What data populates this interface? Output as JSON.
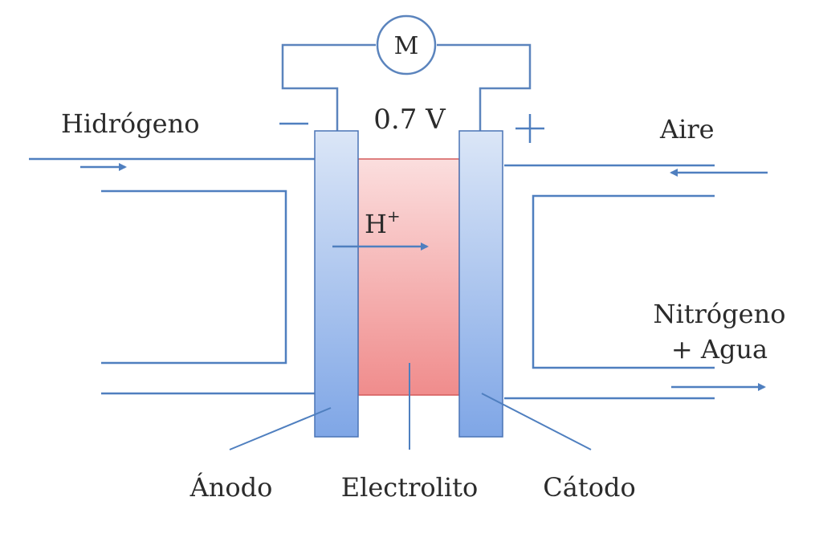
{
  "labels": {
    "motor": "M",
    "voltage": "0.7 V",
    "negative": "—",
    "positive": "+",
    "hydrogen": "Hidrógeno",
    "air": "Aire",
    "proton_base": "H",
    "proton_charge": "+",
    "exhaust_line1": "Nitrógeno",
    "exhaust_line2": "+ Agua",
    "anode": "Ánodo",
    "electrolyte": "Electrolito",
    "cathode": "Cátodo"
  },
  "colors": {
    "electrode_top": "#dbe6f7",
    "electrode_bottom": "#7fa6e6",
    "electrode_stroke": "#4a74b5",
    "electrolyte_top": "#fbdede",
    "electrolyte_bottom": "#f08c8c",
    "electrolyte_stroke": "#d45a5a",
    "line": "#4f7fbf",
    "text": "#2b2b2b"
  }
}
